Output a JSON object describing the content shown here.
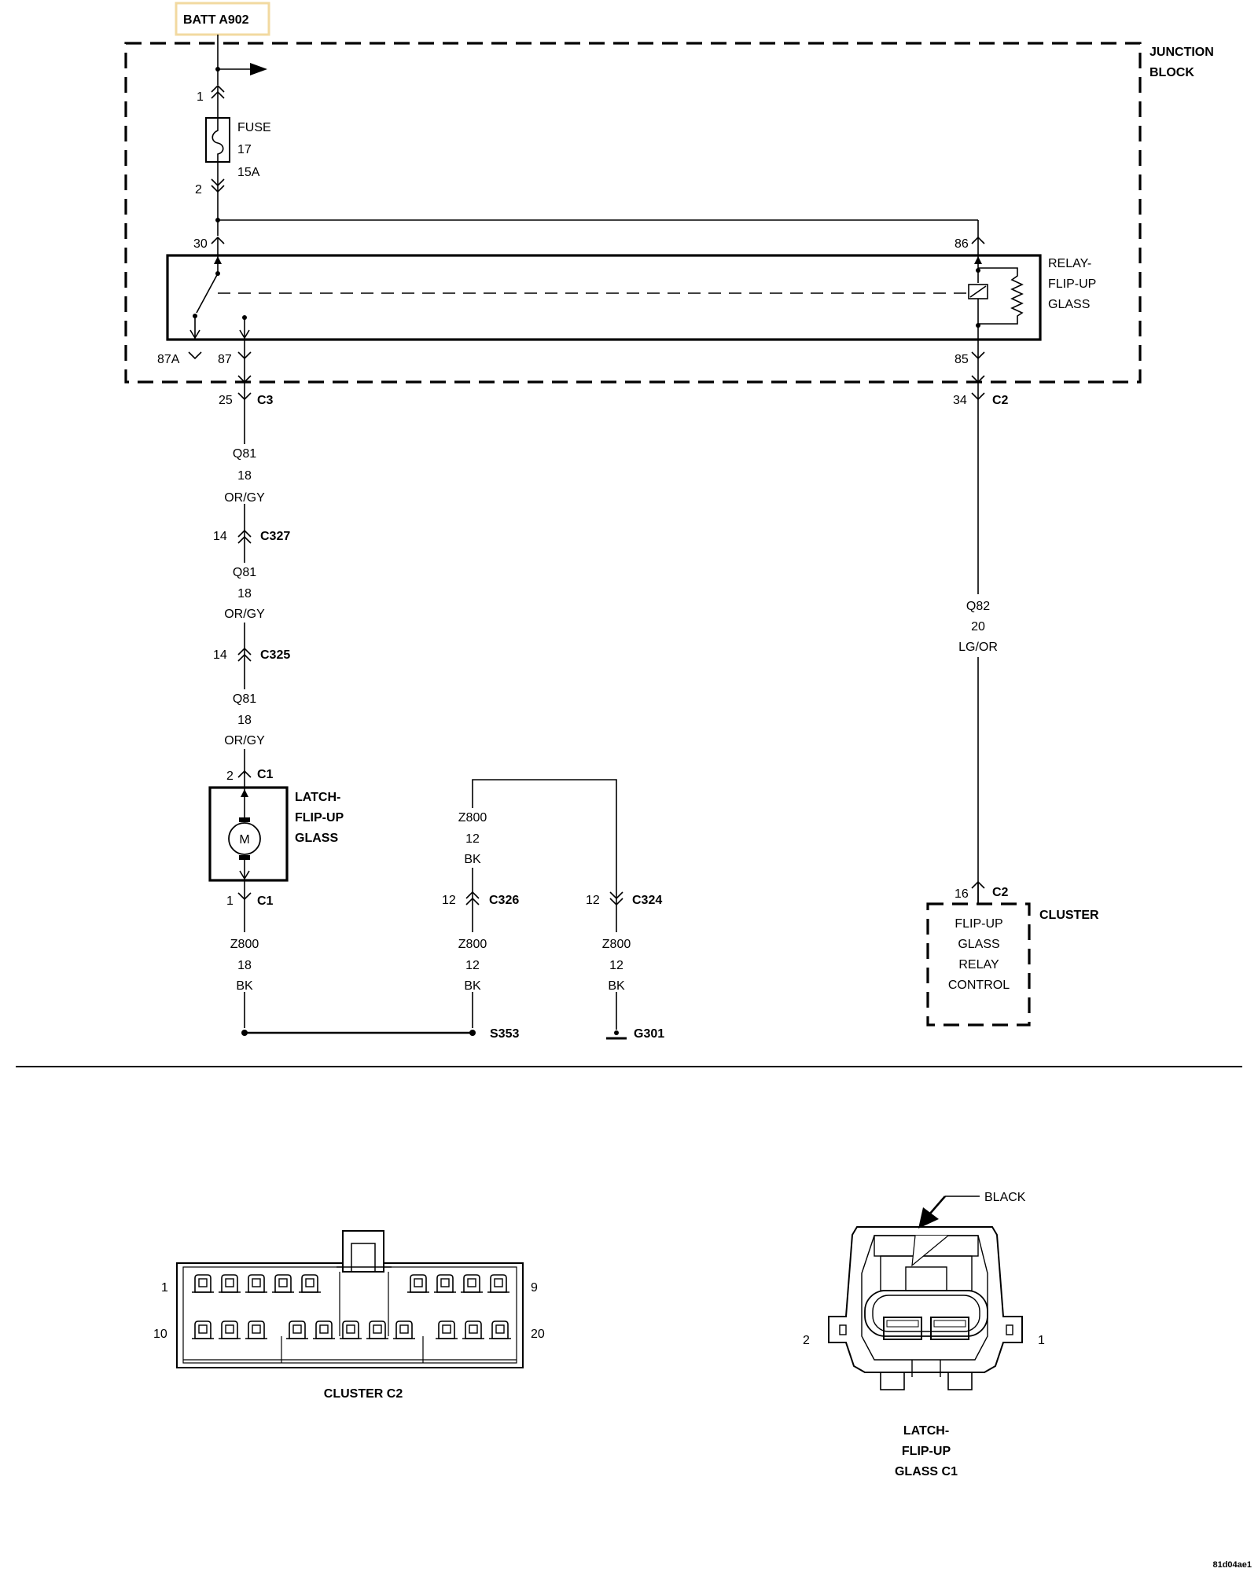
{
  "schematic": {
    "power_source": "BATT A902",
    "junction_block": {
      "line1": "JUNCTION",
      "line2": "BLOCK"
    },
    "fuse": {
      "label": "FUSE",
      "number": "17",
      "rating": "15A",
      "pin_in": "1",
      "pin_out": "2"
    },
    "relay": {
      "name_line1": "RELAY-",
      "name_line2": "FLIP-UP",
      "name_line3": "GLASS",
      "pin_30": "30",
      "pin_86": "86",
      "pin_87A": "87A",
      "pin_87": "87",
      "pin_85": "85"
    },
    "left_circuit": {
      "c3": {
        "pin": "25",
        "name": "C3"
      },
      "seg1": {
        "circuit": "Q81",
        "gauge": "18",
        "color": "OR/GY"
      },
      "c327": {
        "pin": "14",
        "name": "C327"
      },
      "seg2": {
        "circuit": "Q81",
        "gauge": "18",
        "color": "OR/GY"
      },
      "c325": {
        "pin": "14",
        "name": "C325"
      },
      "seg3": {
        "circuit": "Q81",
        "gauge": "18",
        "color": "OR/GY"
      },
      "c1_top": {
        "pin": "2",
        "name": "C1"
      },
      "motor": {
        "symbol": "M",
        "line1": "LATCH-",
        "line2": "FLIP-UP",
        "line3": "GLASS"
      },
      "c1_bottom": {
        "pin": "1",
        "name": "C1"
      },
      "seg4": {
        "circuit": "Z800",
        "gauge": "18",
        "color": "BK"
      }
    },
    "ground_circuit": {
      "seg_top": {
        "circuit": "Z800",
        "gauge": "12",
        "color": "BK"
      },
      "c326": {
        "pin": "12",
        "name": "C326"
      },
      "seg_c326": {
        "circuit": "Z800",
        "gauge": "12",
        "color": "BK"
      },
      "c324": {
        "pin": "12",
        "name": "C324"
      },
      "seg_c324": {
        "circuit": "Z800",
        "gauge": "12",
        "color": "BK"
      },
      "splice": "S353",
      "ground": "G301"
    },
    "right_circuit": {
      "c2_top": {
        "pin": "34",
        "name": "C2"
      },
      "seg": {
        "circuit": "Q82",
        "gauge": "20",
        "color": "LG/OR"
      },
      "c2_bottom": {
        "pin": "16",
        "name": "C2"
      },
      "cluster": {
        "name": "CLUSTER",
        "line1": "FLIP-UP",
        "line2": "GLASS",
        "line3": "RELAY",
        "line4": "CONTROL"
      }
    }
  },
  "connectors": {
    "cluster_c2": {
      "title": "CLUSTER C2",
      "pin_top_left": "1",
      "pin_top_right": "9",
      "pin_bottom_left": "10",
      "pin_bottom_right": "20"
    },
    "latch_c1": {
      "color_label": "BLACK",
      "pin_left": "2",
      "pin_right": "1",
      "title_line1": "LATCH-",
      "title_line2": "FLIP-UP",
      "title_line3": "GLASS C1"
    }
  },
  "figure_id": "81d04ae1"
}
